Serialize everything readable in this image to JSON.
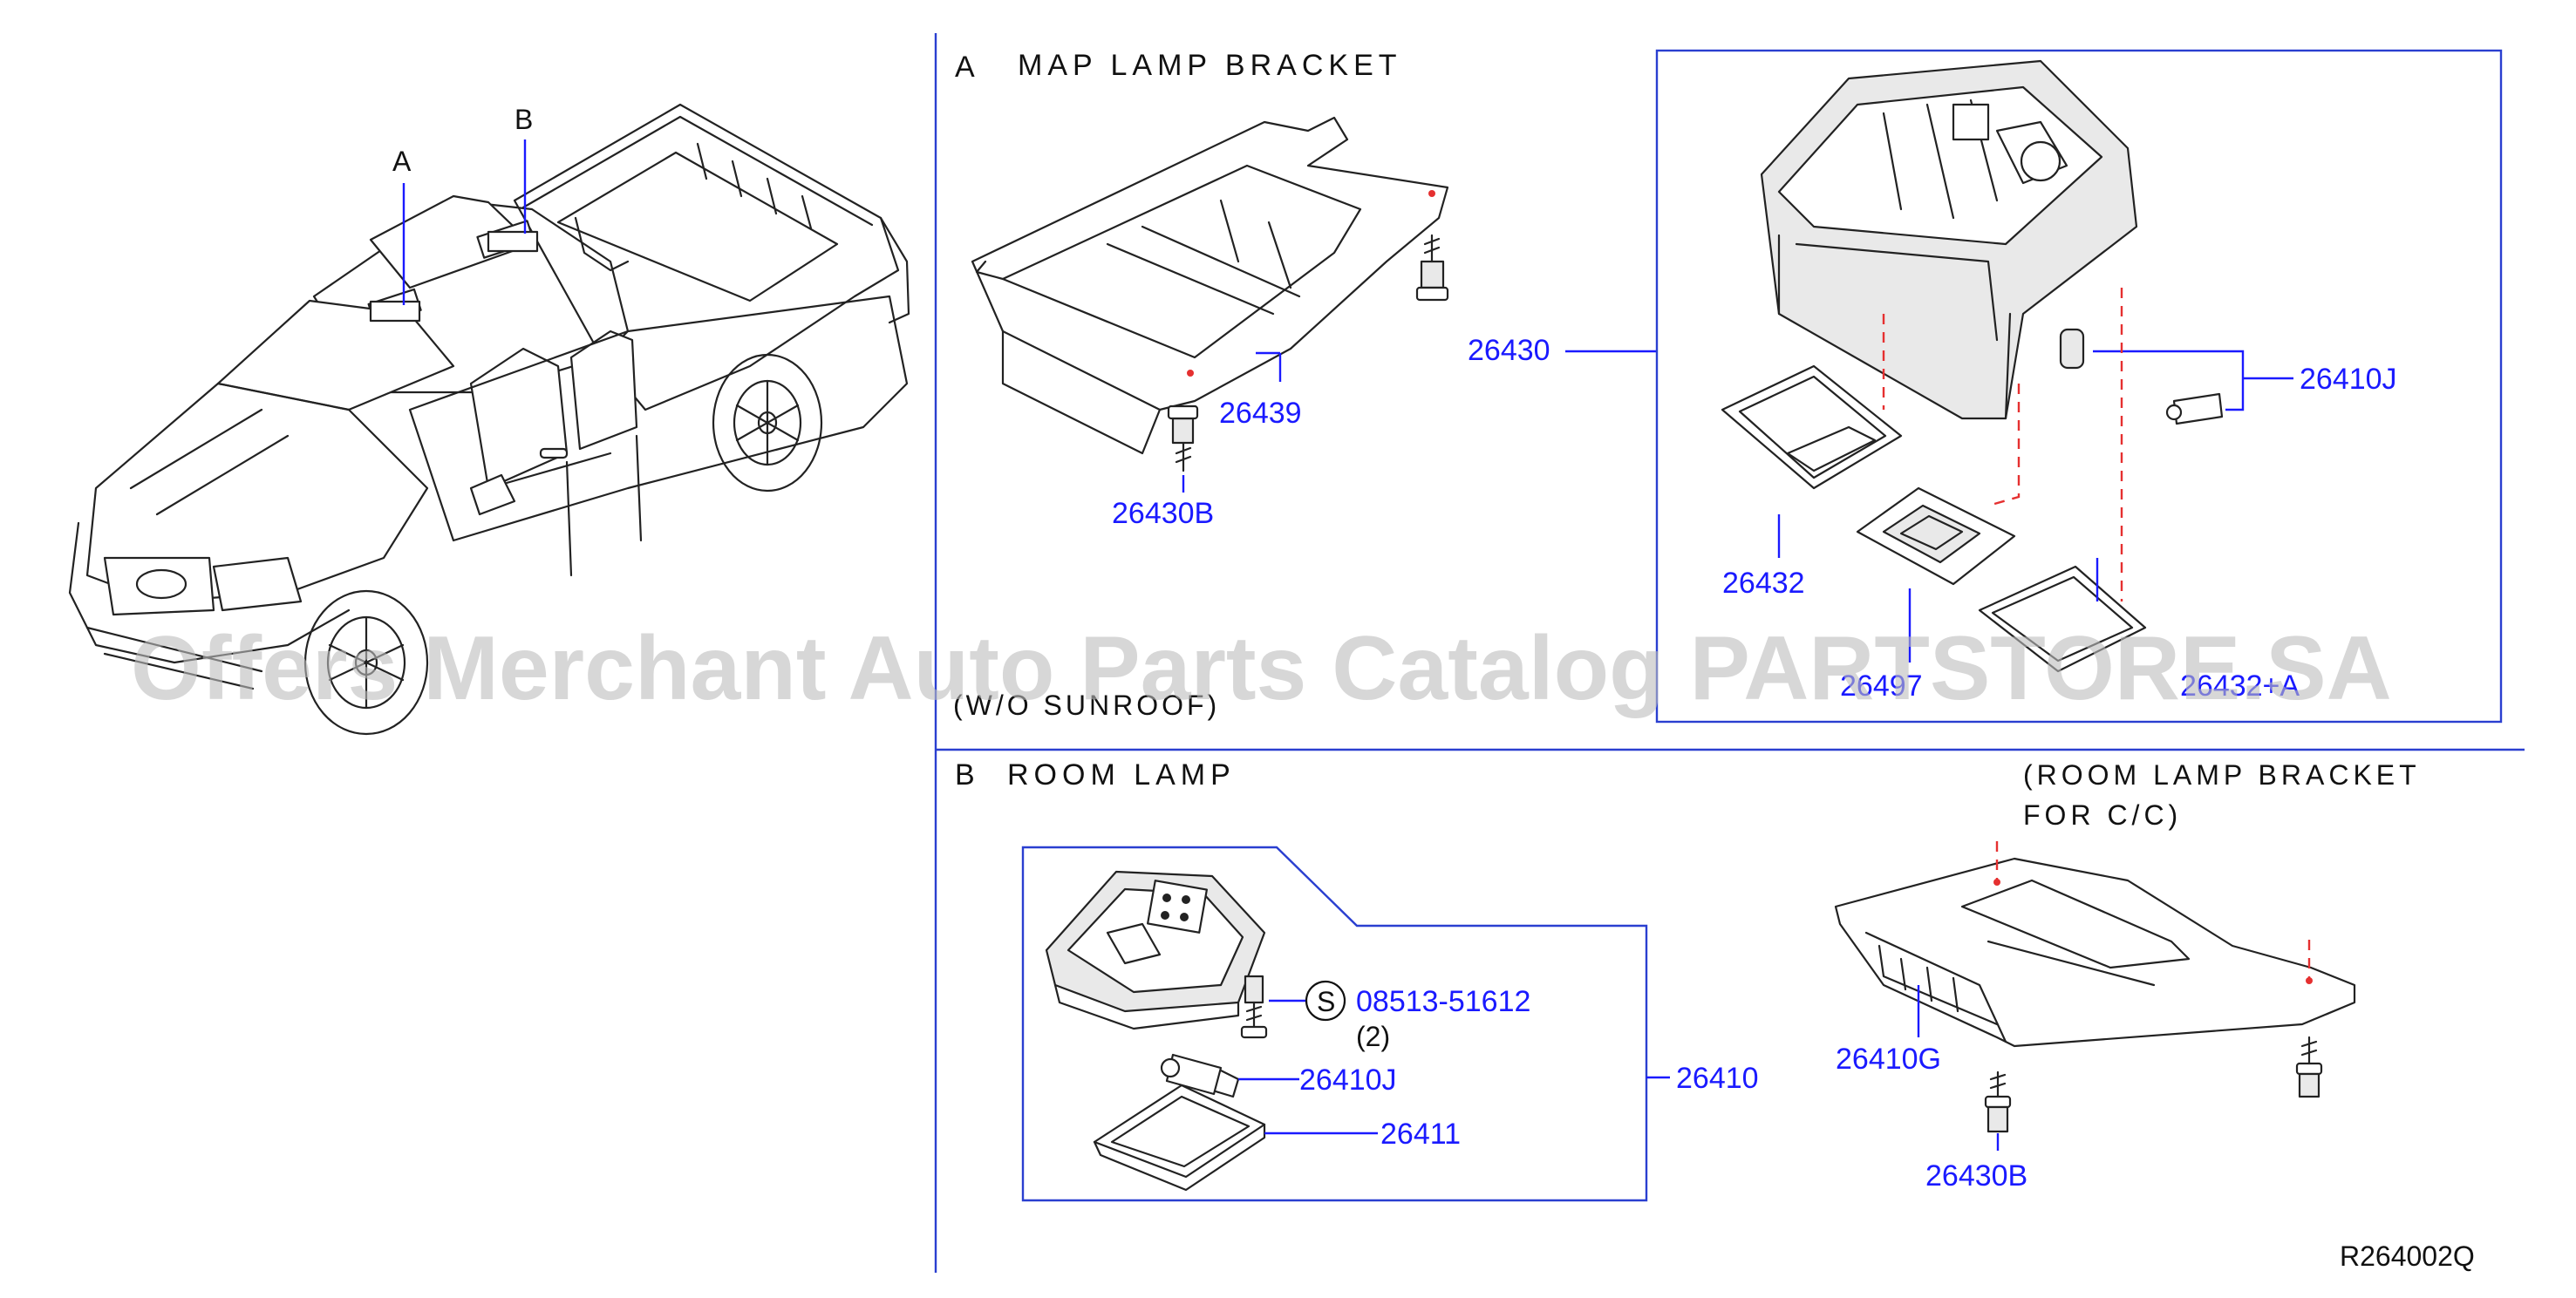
{
  "labels": {
    "a": "A",
    "b": "B",
    "section_a_letter": "A",
    "section_a_title": "MAP LAMP BRACKET",
    "section_b_letter": "B",
    "section_b_title": "ROOM LAMP",
    "wo_sunroof": "(W/O SUNROOF)",
    "room_bracket_line1": "(ROOM LAMP BRACKET",
    "room_bracket_line2": "FOR C/C)",
    "screw_symbol": "S",
    "screw_qty": "(2)",
    "diagram_code": "R264002Q"
  },
  "parts": {
    "p26430": "26430",
    "p26439": "26439",
    "p26430B_a": "26430B",
    "p26410J_a": "26410J",
    "p26432": "26432",
    "p26497": "26497",
    "p26432A": "26432+A",
    "p08513": "08513-51612",
    "p26410J_b": "26410J",
    "p26411": "26411",
    "p26410": "26410",
    "p26410G": "26410G",
    "p26430B_b": "26430B"
  },
  "watermark": "Offers Merchant Auto Parts Catalog PARTSTORE.SA",
  "colors": {
    "part_number": "#1a1aff",
    "frame": "#2a3fd0",
    "dashed_leader": "#e53030",
    "watermark": "#bdbdbd"
  }
}
